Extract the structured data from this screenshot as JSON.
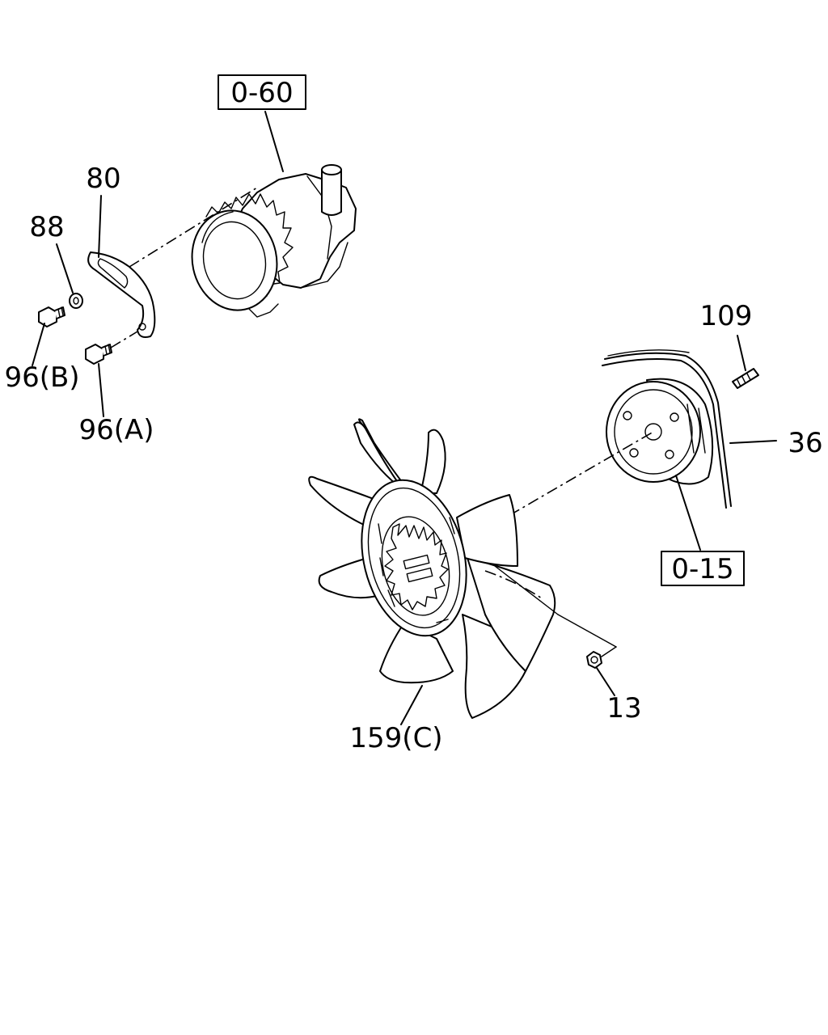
{
  "references": {
    "alternator": "0-60",
    "water_pump": "0-15"
  },
  "callouts": {
    "bracket": "80",
    "washer": "88",
    "bolt_b": "96(B)",
    "bolt_a": "96(A)",
    "stud": "109",
    "belt": "36",
    "nut": "13",
    "fan": "159(C)"
  }
}
